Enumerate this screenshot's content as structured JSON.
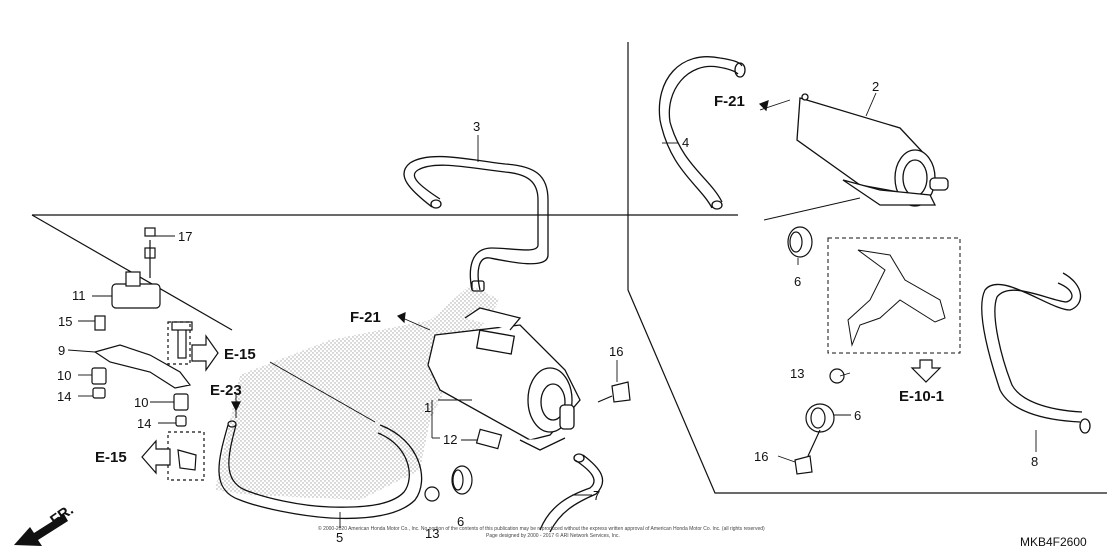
{
  "diagram": {
    "part_numbers": {
      "p1": "1",
      "p2": "2",
      "p3": "3",
      "p4": "4",
      "p5": "5",
      "p6a": "6",
      "p6b": "6",
      "p6c": "6",
      "p7": "7",
      "p8": "8",
      "p9": "9",
      "p10a": "10",
      "p10b": "10",
      "p11": "11",
      "p12": "12",
      "p13a": "13",
      "p13b": "13",
      "p14a": "14",
      "p14b": "14",
      "p15": "15",
      "p16a": "16",
      "p16b": "16",
      "p17": "17"
    },
    "references": {
      "e15_upper": "E-15",
      "e15_lower": "E-15",
      "e23": "E-23",
      "f21_left": "F-21",
      "f21_right": "F-21",
      "e10_1": "E-10-1"
    },
    "front_label": "FR.",
    "diagram_code": "MKB4F2600",
    "copyright_line1": "© 2000-2020 American Honda Motor Co., Inc. No portion of the contents of this publication may be reproduced without the express written approval of American Honda Motor Co. Inc. (all rights reserved)",
    "copyright_line2": "Page designed by 2000 - 2017 © ARI Network Services, Inc."
  }
}
